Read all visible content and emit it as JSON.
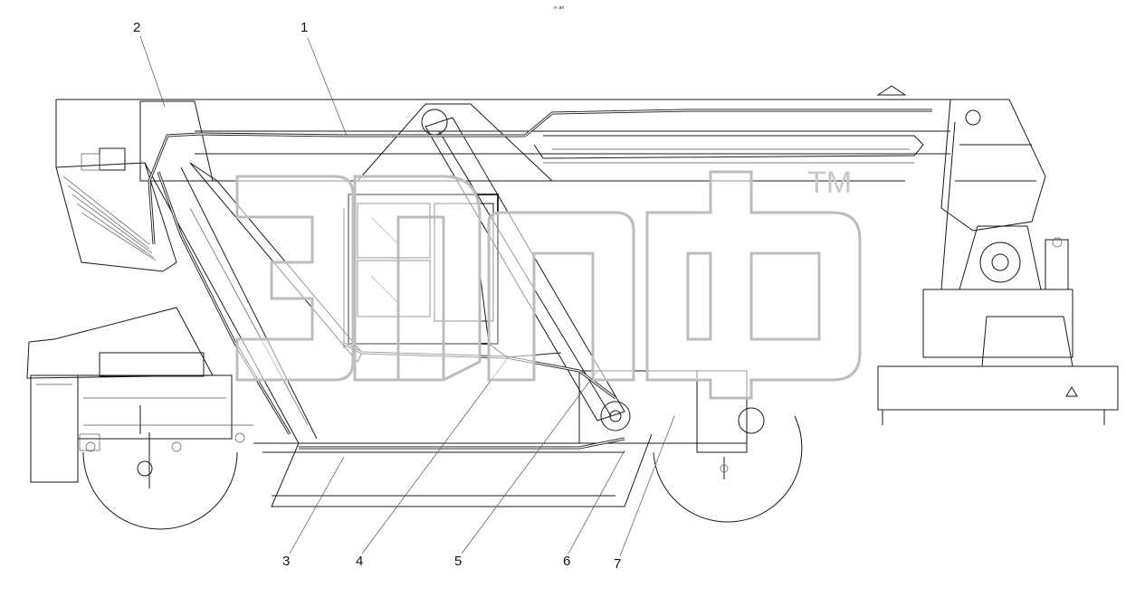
{
  "header_tag": "п- вп",
  "watermark_tm": "TM",
  "callouts": [
    {
      "id": "1",
      "label": "1"
    },
    {
      "id": "2",
      "label": "2"
    },
    {
      "id": "3",
      "label": "3"
    },
    {
      "id": "4",
      "label": "4"
    },
    {
      "id": "5",
      "label": "5"
    },
    {
      "id": "6",
      "label": "6"
    },
    {
      "id": "7",
      "label": "7"
    }
  ]
}
